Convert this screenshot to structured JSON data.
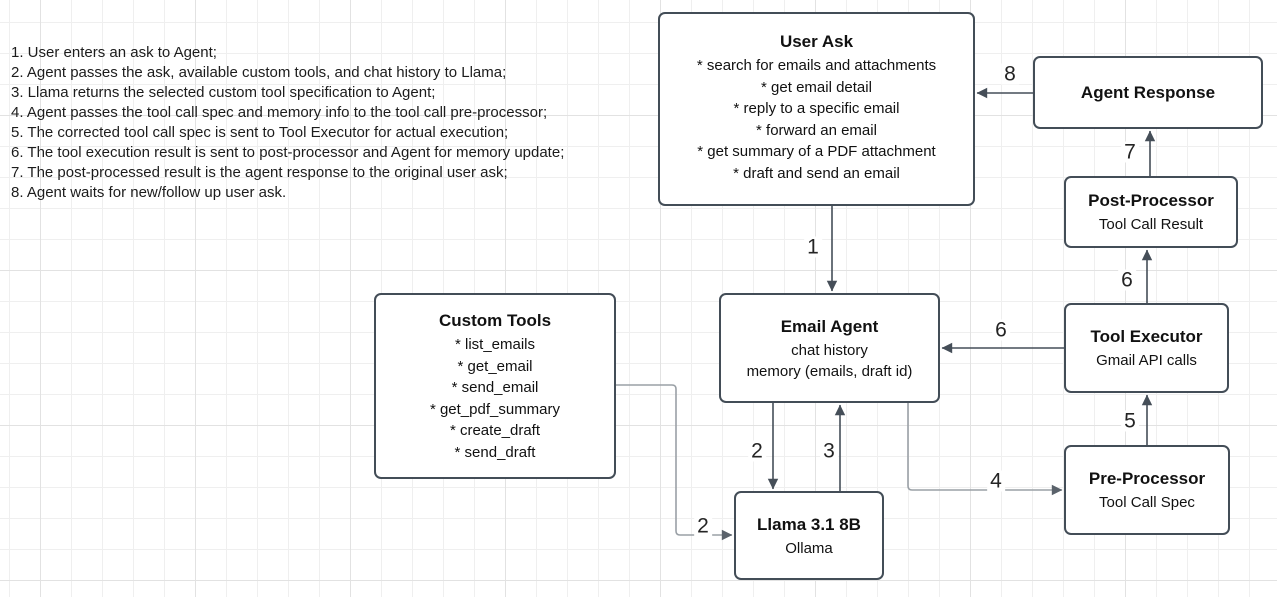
{
  "notes": {
    "items": [
      "1. User enters an ask to Agent;",
      "2. Agent passes the ask, available custom tools, and chat history to Llama;",
      "3. Llama returns the selected custom tool specification to Agent;",
      "4. Agent passes the tool call spec and memory info to the tool call pre-processor;",
      "5. The corrected tool call spec is sent to Tool Executor for actual execution;",
      "6. The tool execution result is sent to post-processor and Agent for memory update;",
      "7. The post-processed result is the agent response to the original user ask;",
      "8. Agent waits for new/follow up user ask."
    ]
  },
  "boxes": {
    "user_ask": {
      "title": "User Ask",
      "items": [
        "* search for emails and attachments",
        "* get email detail",
        "* reply to a specific email",
        "* forward an email",
        "* get summary of a PDF attachment",
        "* draft and send an email"
      ]
    },
    "agent_response": {
      "title": "Agent Response"
    },
    "post_processor": {
      "title": "Post-Processor",
      "subtitle": "Tool Call Result"
    },
    "tool_executor": {
      "title": "Tool Executor",
      "subtitle": "Gmail API calls"
    },
    "pre_processor": {
      "title": "Pre-Processor",
      "subtitle": "Tool Call Spec"
    },
    "email_agent": {
      "title": "Email Agent",
      "line1": "chat history",
      "line2": "memory (emails, draft id)"
    },
    "custom_tools": {
      "title": "Custom Tools",
      "items": [
        "* list_emails",
        "* get_email",
        "* send_email",
        "* get_pdf_summary",
        "* create_draft",
        "* send_draft"
      ]
    },
    "llama": {
      "title": "Llama 3.1 8B",
      "subtitle": "Ollama"
    }
  },
  "arrow_labels": {
    "step1": "1",
    "step2_agent_to_llama": "2",
    "step2_tools_to_llama": "2",
    "step3": "3",
    "step4": "4",
    "step5": "5",
    "step6_to_agent": "6",
    "step6_to_post": "6",
    "step7": "7",
    "step8": "8"
  },
  "colors": {
    "box_border": "#434d57",
    "arrow": "#454e58",
    "elbow_arrow": "#9aa0a6",
    "grid_line": "#efefef",
    "grid_major": "#e2e2e2",
    "text": "#111111"
  }
}
